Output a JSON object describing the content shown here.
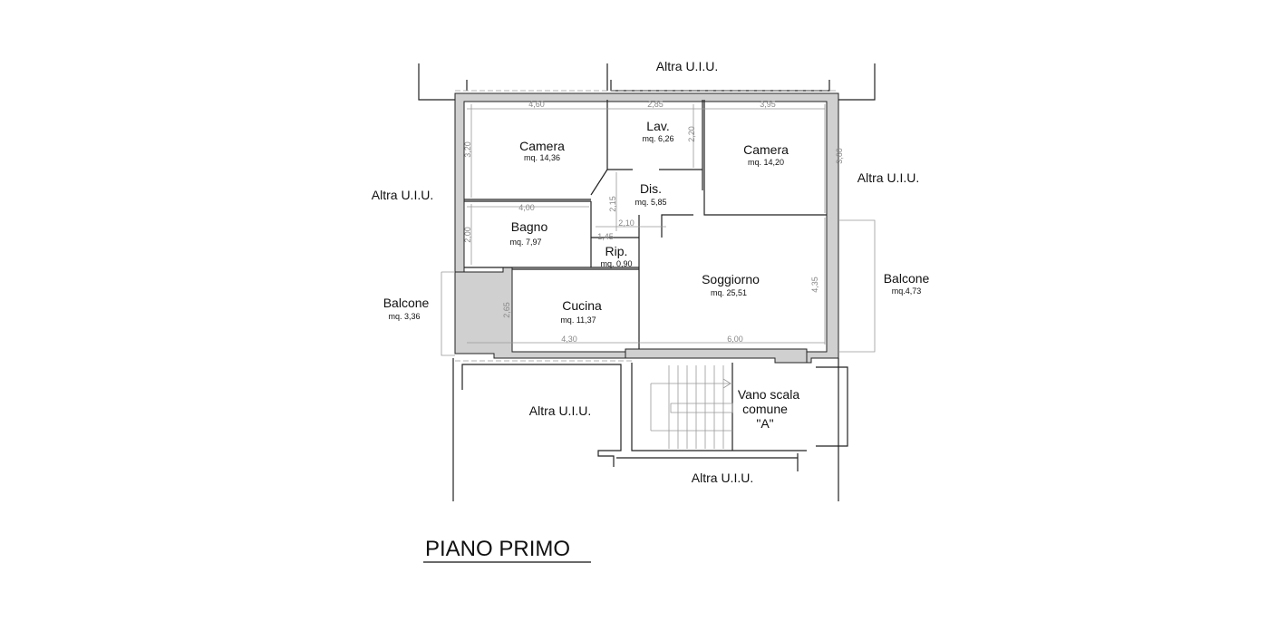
{
  "plan": {
    "title": "PIANO PRIMO",
    "other_units": [
      "Altra U.I.U.",
      "Altra U.I.U.",
      "Altra U.I.U.",
      "Altra U.I.U.",
      "Altra U.I.U."
    ],
    "rooms": [
      {
        "name": "Camera",
        "area": "mq. 14,36"
      },
      {
        "name": "Lav.",
        "area": "mq. 6,26"
      },
      {
        "name": "Camera",
        "area": "mq. 14,20"
      },
      {
        "name": "Dis.",
        "area": "mq. 5,85"
      },
      {
        "name": "Bagno",
        "area": "mq. 7,97"
      },
      {
        "name": "Rip.",
        "area": "mq. 0,90"
      },
      {
        "name": "Soggiorno",
        "area": "mq. 25,51"
      },
      {
        "name": "Cucina",
        "area": "mq. 11,37"
      },
      {
        "name": "Balcone",
        "area": "mq. 3,36"
      },
      {
        "name": "Balcone",
        "area": "mq.4,73"
      }
    ],
    "stair": {
      "line1": "Vano scala",
      "line2": "comune",
      "line3": "\"A\""
    },
    "dimensions": [
      "4,60",
      "2,85",
      "3,95",
      "3,20",
      "2,20",
      "3,60",
      "4,00",
      "2,15",
      "2,10",
      "2,00",
      "1,45",
      "4,35",
      "2,65",
      "4,30",
      "6,00"
    ]
  }
}
